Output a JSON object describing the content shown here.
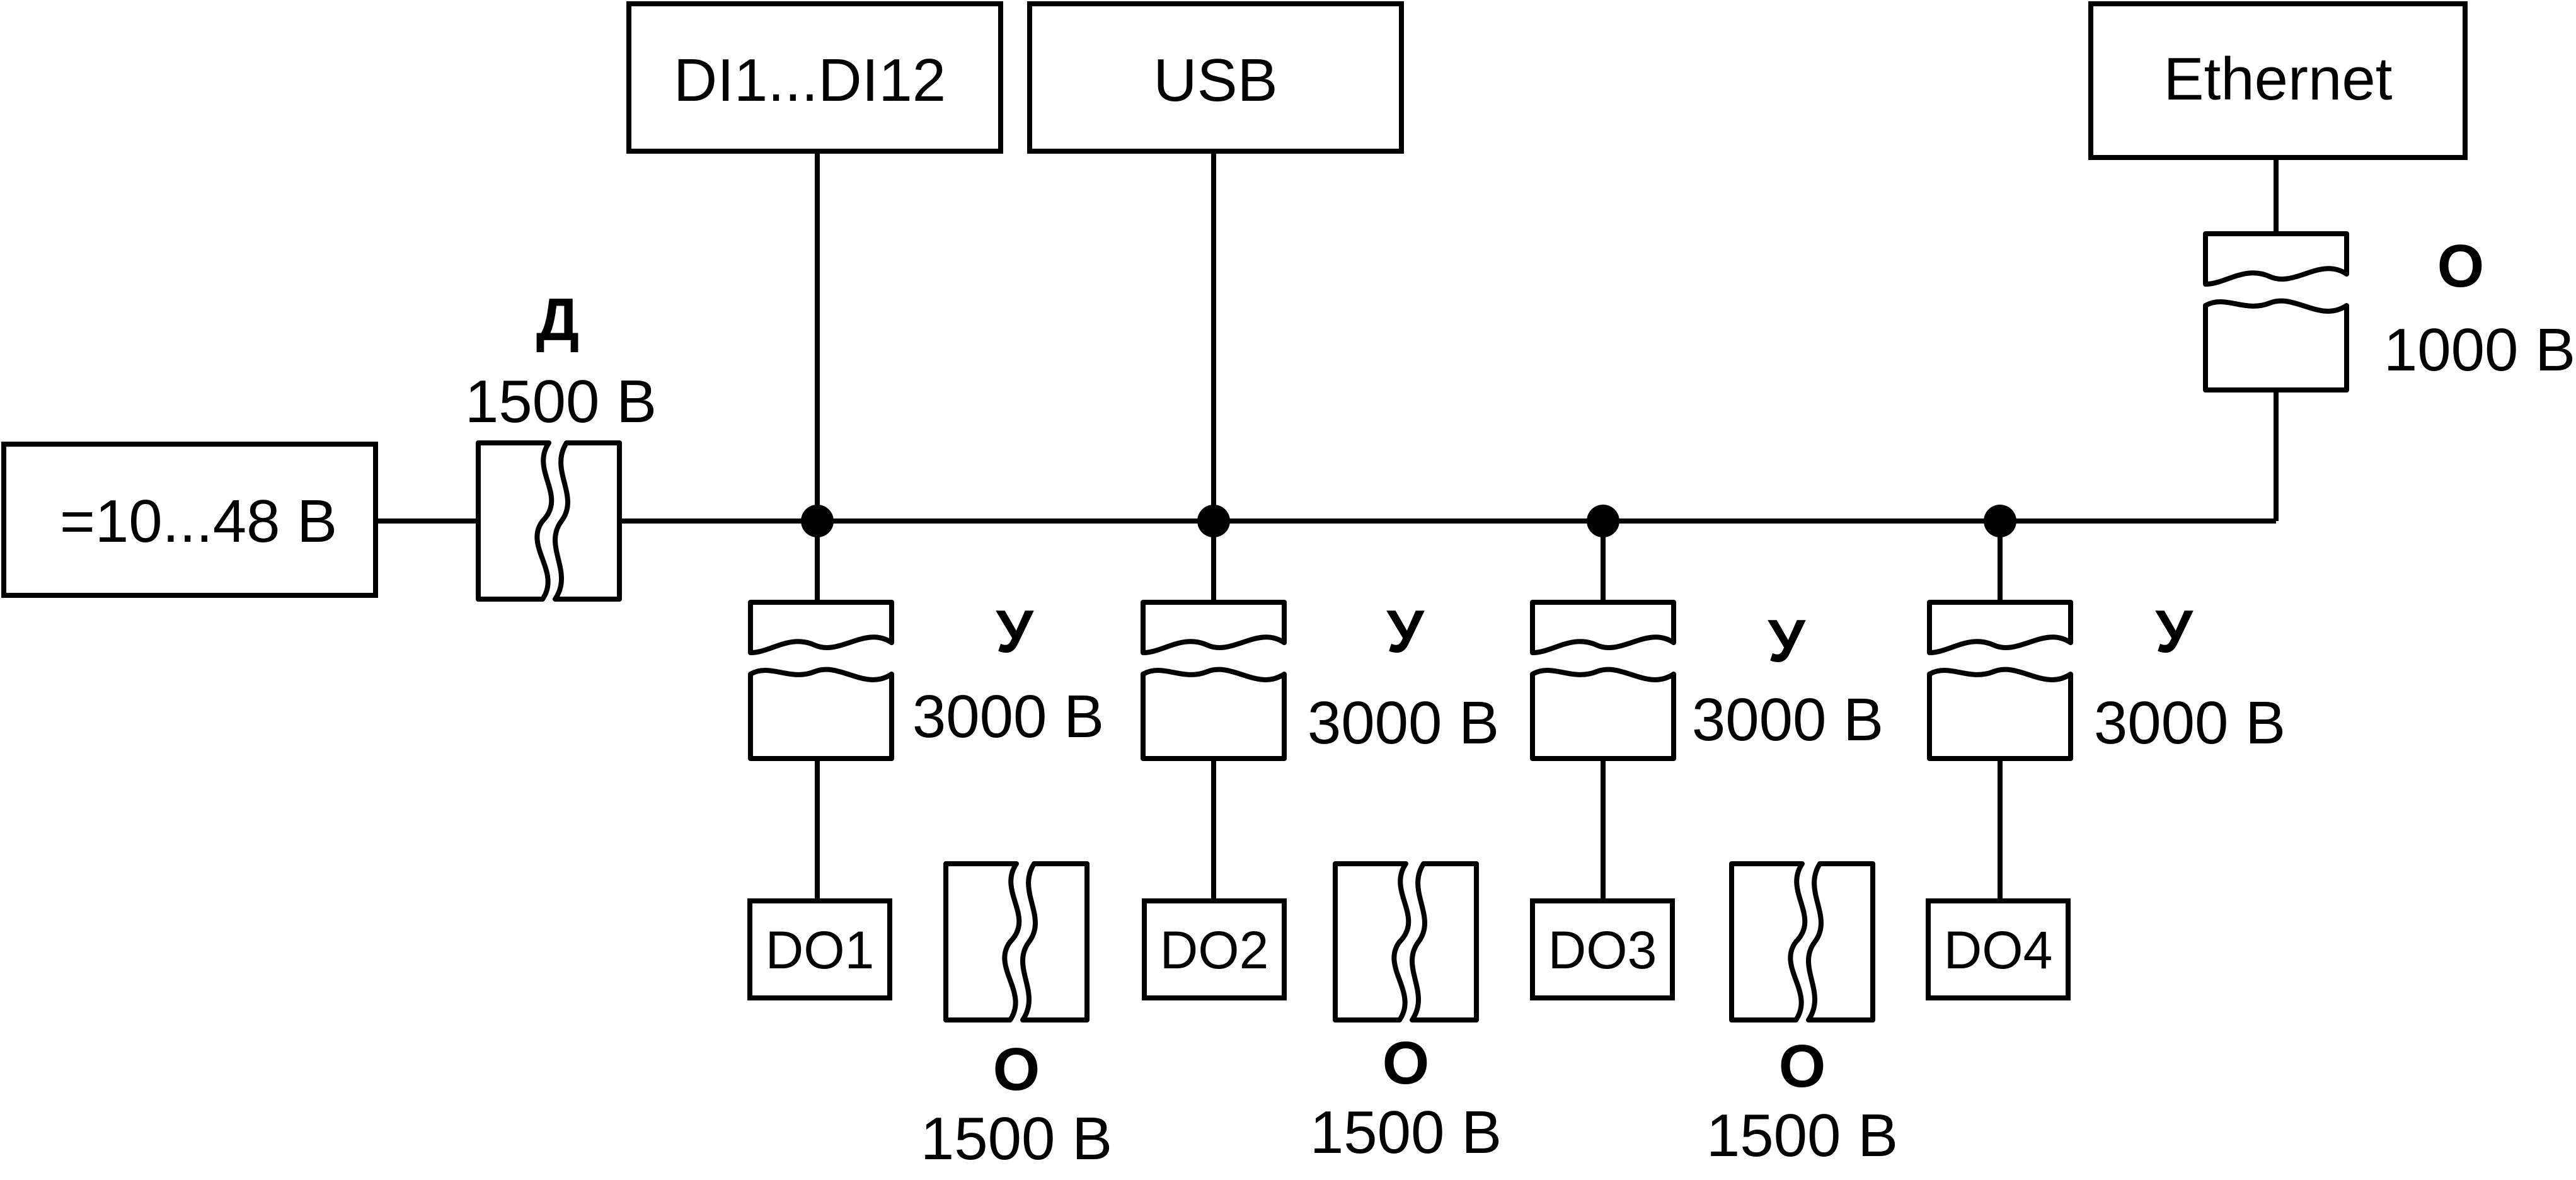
{
  "blocks": {
    "power": "=10...48 В",
    "di": "DI1...DI12",
    "usb": "USB",
    "ethernet": "Ethernet",
    "do1": "DO1",
    "do2": "DO2",
    "do3": "DO3",
    "do4": "DO4"
  },
  "isolation": {
    "power": {
      "type": "Д",
      "voltage": "1500 В"
    },
    "ethernet": {
      "type": "О",
      "voltage": "1000 В"
    },
    "do1": {
      "type": "У",
      "voltage": "3000 В"
    },
    "do2": {
      "type": "У",
      "voltage": "3000 В"
    },
    "do3": {
      "type": "У",
      "voltage": "3000 В"
    },
    "do4": {
      "type": "У",
      "voltage": "3000 В"
    },
    "do1_do2": {
      "type": "О",
      "voltage": "1500 В"
    },
    "do2_do3": {
      "type": "О",
      "voltage": "1500 В"
    },
    "do3_do4": {
      "type": "О",
      "voltage": "1500 В"
    }
  }
}
